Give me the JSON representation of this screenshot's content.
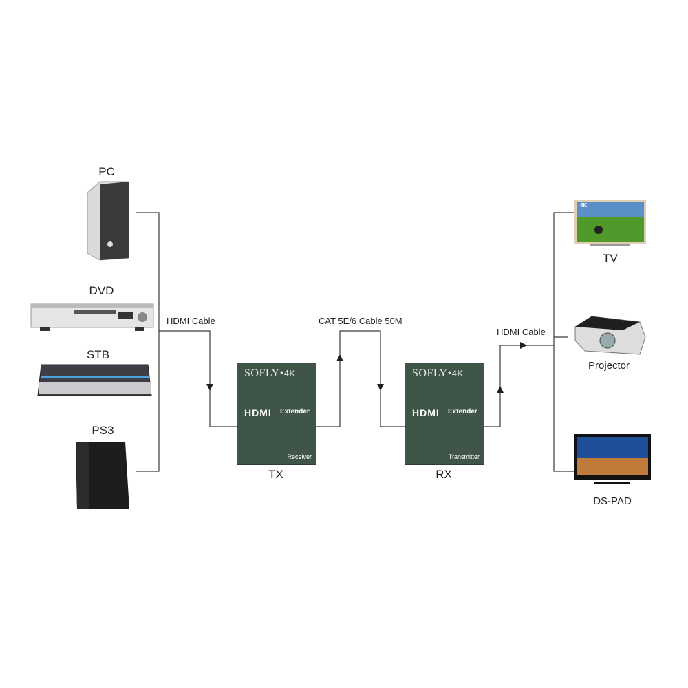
{
  "sources": [
    {
      "label": "PC"
    },
    {
      "label": "DVD"
    },
    {
      "label": "STB"
    },
    {
      "label": "PS3"
    }
  ],
  "displays": [
    {
      "label": "TV",
      "screen_text": "4K"
    },
    {
      "label": "Projector"
    },
    {
      "label": "DS-PAD"
    }
  ],
  "cables": {
    "input": "HDMI Cable",
    "link": "CAT 5E/6 Cable 50M",
    "output": "HDMI Cable"
  },
  "tx": {
    "brand": "SOFLY",
    "brand_suffix": "4K",
    "logo": "HDMI",
    "product": "Extender",
    "role": "Receiver",
    "label": "TX"
  },
  "rx": {
    "brand": "SOFLY",
    "brand_suffix": "4K",
    "logo": "HDMI",
    "product": "Extender",
    "role": "Transmitter",
    "label": "RX"
  },
  "colors": {
    "box": "#3f5548",
    "line": "#231f20"
  }
}
